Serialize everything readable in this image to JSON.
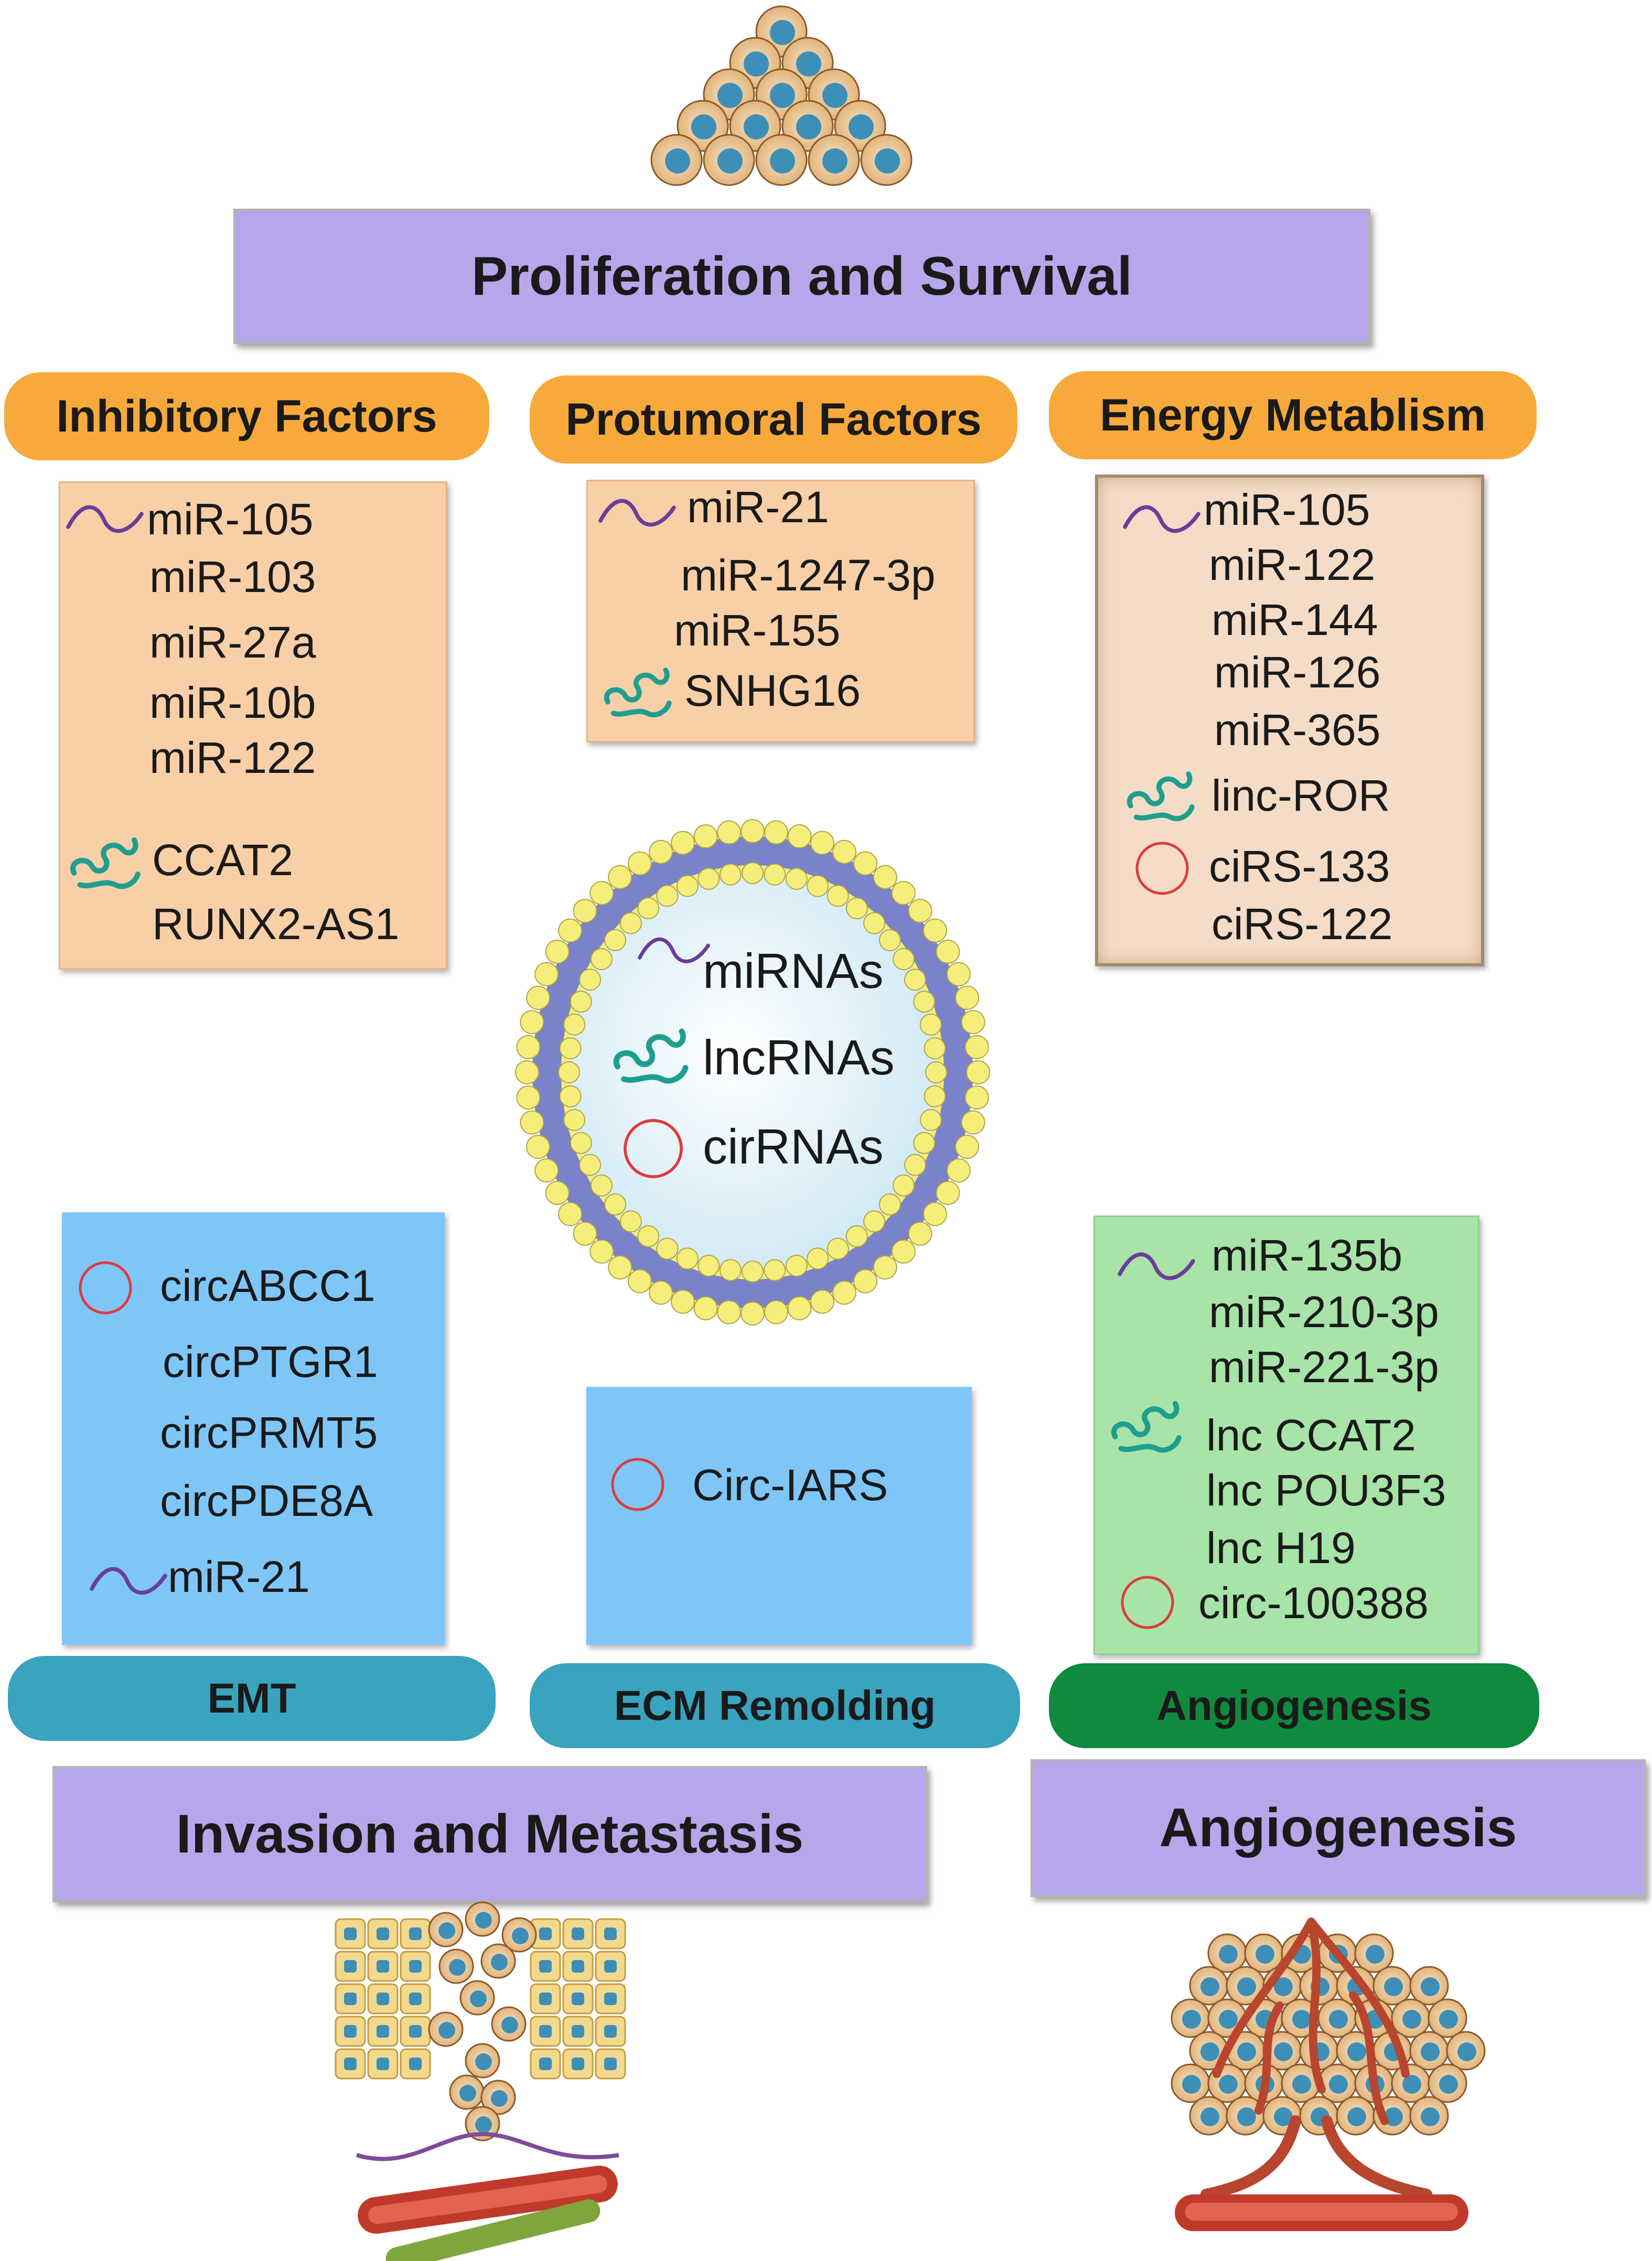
{
  "banners": {
    "top": "Proliferation and Survival",
    "bottom_left": "Invasion and Metastasis",
    "bottom_right": "Angiogenesis"
  },
  "categories": {
    "inhibitory": "Inhibitory Factors",
    "protumoral": "Protumoral Factors",
    "energy": "Energy Metablism",
    "emt": "EMT",
    "ecm": "ECM Remolding",
    "angio": "Angiogenesis"
  },
  "legend": {
    "mirna": "miRNAs",
    "lncrna": "lncRNAs",
    "circrna": "cirRNAs"
  },
  "lists": {
    "inhibitory": [
      "miR-105",
      "miR-103",
      "miR-27a",
      "miR-10b",
      "miR-122",
      "CCAT2",
      "RUNX2-AS1"
    ],
    "protumoral": [
      "miR-21",
      "miR-1247-3p",
      "miR-155",
      "SNHG16"
    ],
    "energy": [
      "miR-105",
      "miR-122",
      "miR-144",
      "miR-126",
      "miR-365",
      "linc-ROR",
      "ciRS-133",
      "ciRS-122"
    ],
    "emt": [
      "circABCC1",
      "circPTGR1",
      "circPRMT5",
      "circPDE8A",
      "miR-21"
    ],
    "ecm": [
      "Circ-IARS"
    ],
    "angio": [
      "miR-135b",
      "miR-210-3p",
      "miR-221-3p",
      "lnc CCAT2",
      "lnc POU3F3",
      "lnc H19",
      "circ-100388"
    ]
  },
  "colors": {
    "banner": "#b8a6ea",
    "orange_pill": "#f7a93b",
    "teal_pill": "#3aa3bd",
    "green_pill": "#0f8a3e",
    "mirna_icon": "#6a3d9a",
    "lncrna_icon": "#1f9e8f",
    "circrna_icon": "#e03a3a"
  },
  "icons": [
    "mirna-strand-icon",
    "lncrna-coil-icon",
    "circrna-ring-icon",
    "tumor-cell-cluster-icon",
    "exosome-vesicle-icon",
    "invasion-vessel-icon",
    "angiogenesis-tumor-icon"
  ]
}
